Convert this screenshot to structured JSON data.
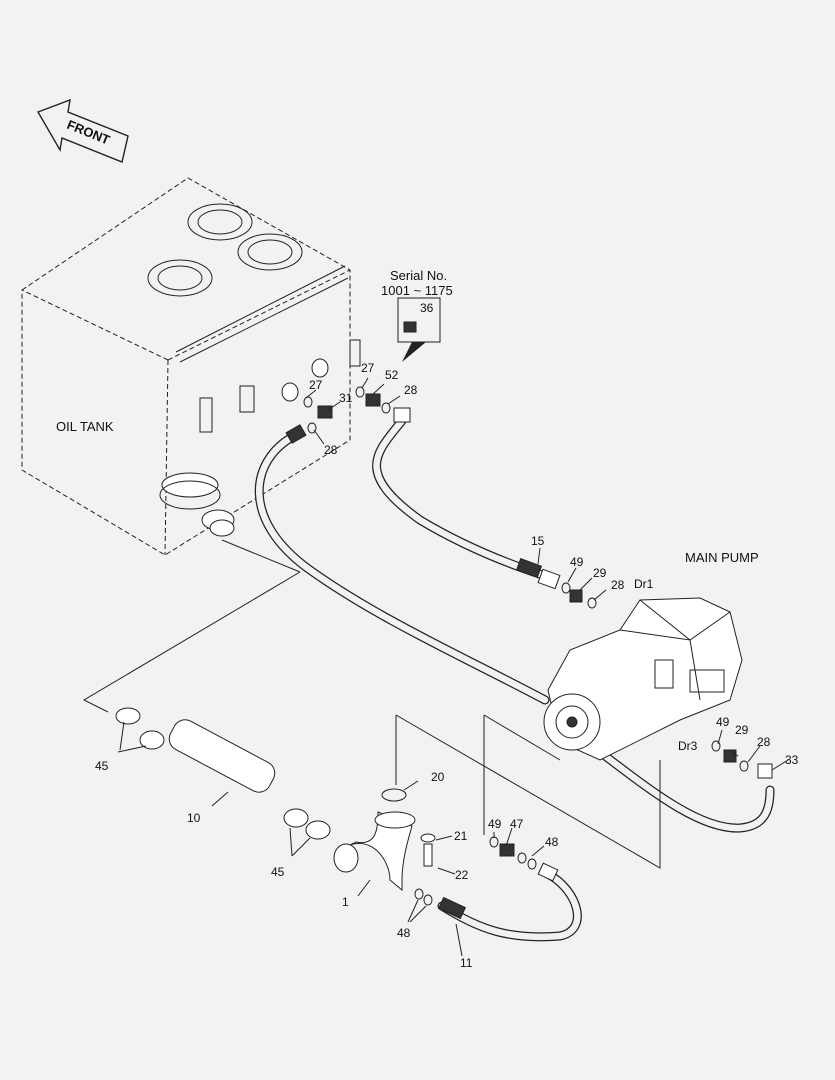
{
  "labels": {
    "front": "FRONT",
    "oil_tank": "OIL TANK",
    "main_pump": "MAIN PUMP",
    "serial_line1": "Serial No.",
    "serial_line2": "1001 ~ 1175",
    "dr1": "Dr1",
    "dr3": "Dr3"
  },
  "callouts": {
    "p36": "36",
    "p27a": "27",
    "p27b": "27",
    "p52": "52",
    "p28a": "28",
    "p31": "31",
    "p28b": "28",
    "p15": "15",
    "p49a": "49",
    "p29a": "29",
    "p28c": "28",
    "p49b": "49",
    "p29b": "29",
    "p28d": "28",
    "p33": "33",
    "p45a": "45",
    "p10": "10",
    "p45b": "45",
    "p20": "20",
    "p21": "21",
    "p22": "22",
    "p1": "1",
    "p49c": "49",
    "p47": "47",
    "p48a": "48",
    "p48b": "48",
    "p11": "11"
  },
  "colors": {
    "line": "#222222",
    "background": "#f2f2f2"
  }
}
